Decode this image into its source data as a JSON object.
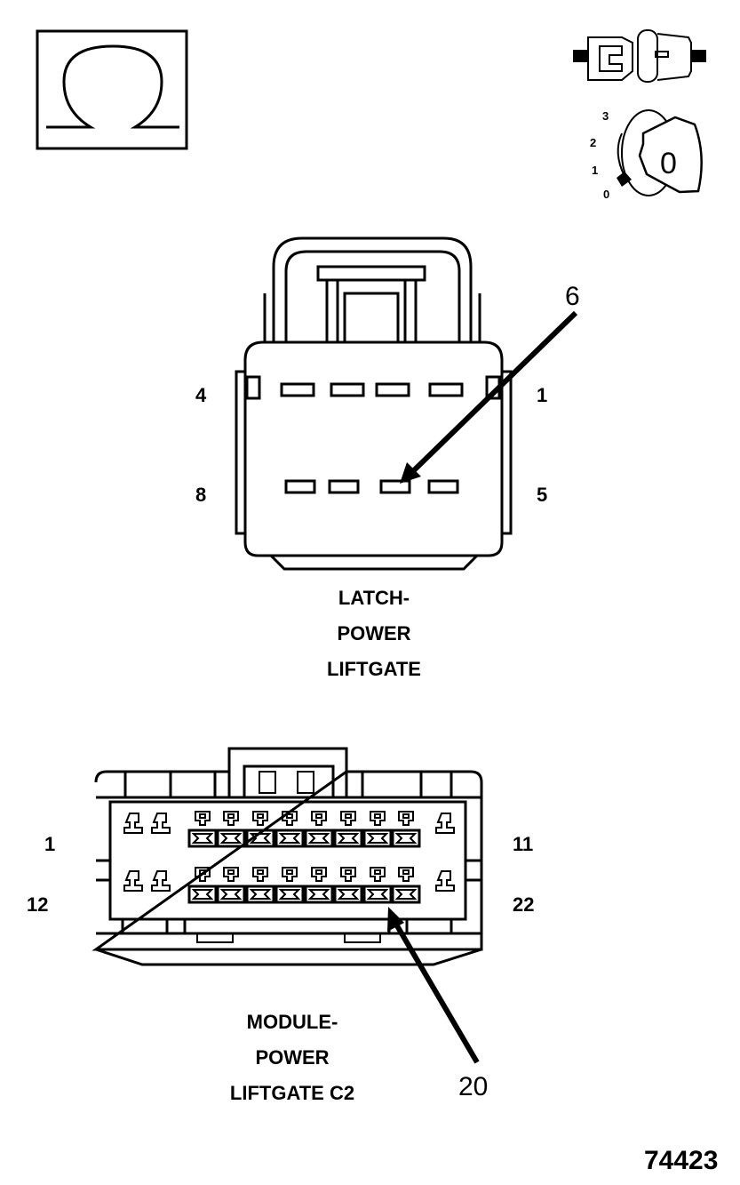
{
  "top_icons": {
    "ohmmeter_icon": "omega-ohm-icon",
    "connector_icon": "connector-disconnected-icon",
    "ignition_icon": "ignition-key-off-icon",
    "ignition_positions": [
      "3",
      "2",
      "1",
      "0"
    ],
    "key_label": "0"
  },
  "latch_connector": {
    "pin_labels": {
      "top_left": "4",
      "top_right": "1",
      "bottom_left": "8",
      "bottom_right": "5"
    },
    "callout": "6",
    "caption": [
      "LATCH-",
      "POWER",
      "LIFTGATE"
    ]
  },
  "module_connector": {
    "pin_labels": {
      "top_left": "1",
      "top_right": "11",
      "bottom_left": "12",
      "bottom_right": "22"
    },
    "callout": "20",
    "caption": [
      "MODULE-",
      "POWER",
      "LIFTGATE C2"
    ]
  },
  "figure_number": "74423"
}
